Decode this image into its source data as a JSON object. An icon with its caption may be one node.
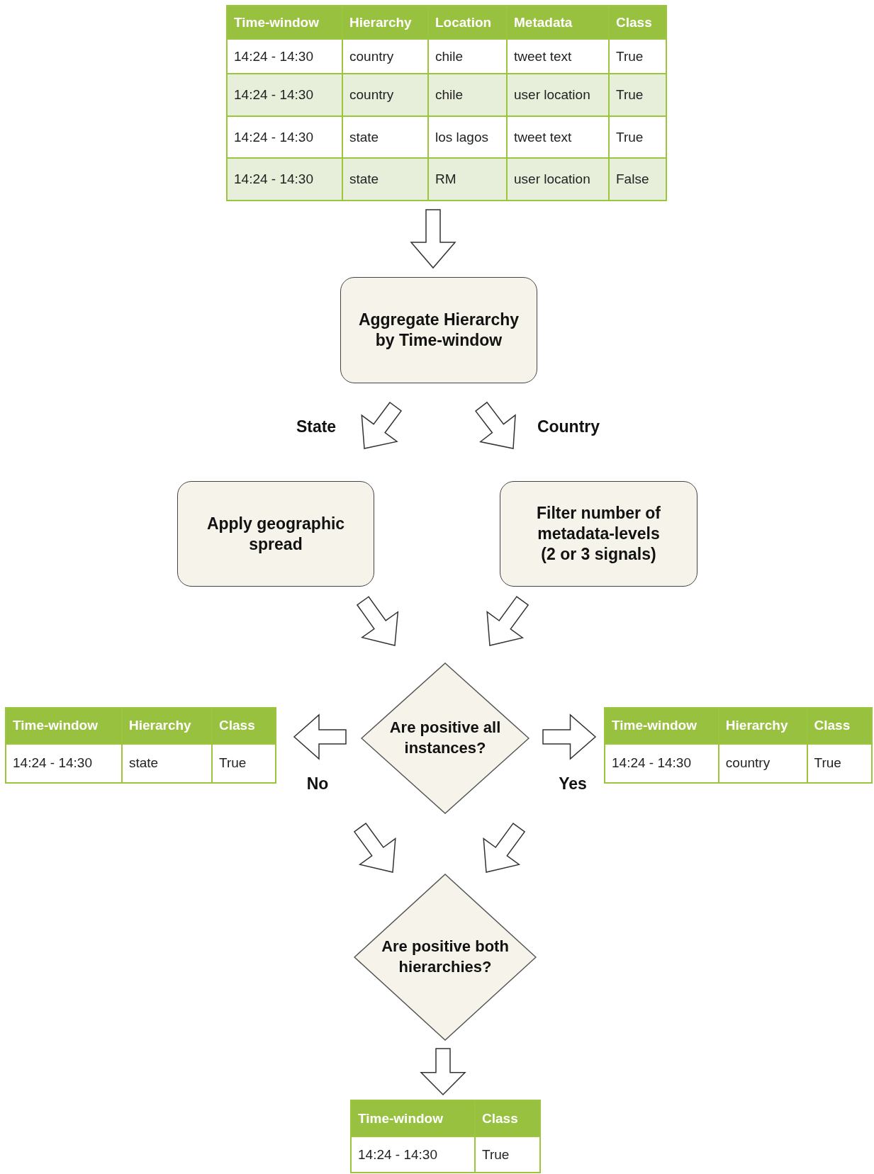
{
  "diagram": {
    "nodes": [
      {
        "text": [
          "Time-window",
          "Hierarchy",
          "Location",
          "Metadata",
          "Class",
          "14:24 - 14:30",
          "country",
          "chile",
          "tweet text",
          "True",
          "14:24 - 14:30",
          "country",
          "chile",
          "user location",
          "True",
          "14:24 - 14:30",
          "state",
          "los lagos",
          "tweet text",
          "True",
          "14:24 - 14:30",
          "state",
          "RM",
          "user location",
          "False"
        ]
      },
      {
        "text": [
          "Aggregate Hierarchy by Time-window"
        ]
      },
      {
        "text": [
          "Apply geographic spread"
        ]
      },
      {
        "text": [
          "Filter number of metadata-levels (2 or 3 signals)"
        ]
      },
      {
        "text": [
          "Are positive all instances?"
        ]
      },
      {
        "text": [
          "Time-window",
          "Hierarchy",
          "Class",
          "14:24 - 14:30",
          "state",
          "True"
        ]
      },
      {
        "text": [
          "Time-window",
          "Hierarchy",
          "Class",
          "14:24 - 14:30",
          "country",
          "True"
        ]
      },
      {
        "text": [
          "Are positive both hierarchies?"
        ]
      },
      {
        "text": [
          "Time-window",
          "Class",
          "14:24 - 14:30",
          "True"
        ]
      }
    ],
    "edges": [
      {
        "from": 0,
        "to": 1,
        "arrow": "to"
      },
      {
        "from": 1,
        "to": 2,
        "arrow": "to",
        "label": "State"
      },
      {
        "from": 1,
        "to": 3,
        "arrow": "to",
        "label": "Country"
      },
      {
        "from": 2,
        "to": 4,
        "arrow": "to"
      },
      {
        "from": 3,
        "to": 4,
        "arrow": "to"
      },
      {
        "from": 4,
        "to": 5,
        "arrow": "to",
        "label": "No"
      },
      {
        "from": 4,
        "to": 6,
        "arrow": "to",
        "label": "Yes"
      },
      {
        "from": 4,
        "to": 7,
        "arrow": "to"
      },
      {
        "from": 4,
        "to": 7,
        "arrow": "to"
      },
      {
        "from": 7,
        "to": 8,
        "arrow": "to"
      }
    ]
  }
}
